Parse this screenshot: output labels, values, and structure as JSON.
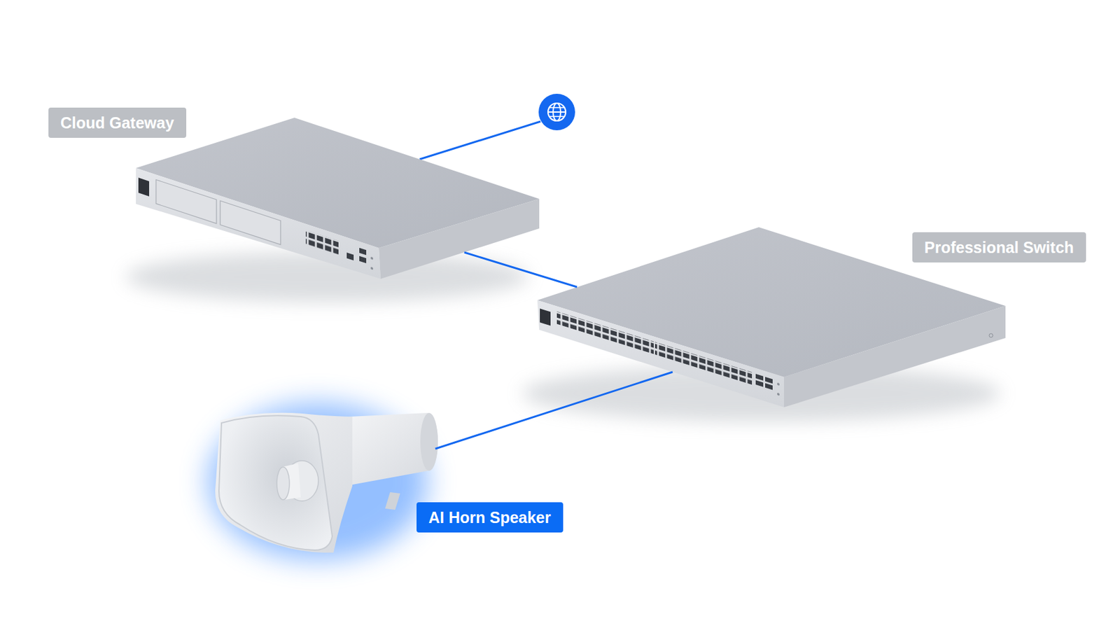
{
  "diagram": {
    "nodes": [
      {
        "text": [
          "Cloud Gateway"
        ]
      },
      {
        "text": [
          "Professional Switch"
        ]
      },
      {
        "text": [
          "AI Horn Speaker"
        ]
      }
    ],
    "edges": [
      {
        "from": 0,
        "to": 1,
        "arrow": "none"
      },
      {
        "from": 1,
        "to": 2,
        "arrow": "none"
      }
    ]
  }
}
